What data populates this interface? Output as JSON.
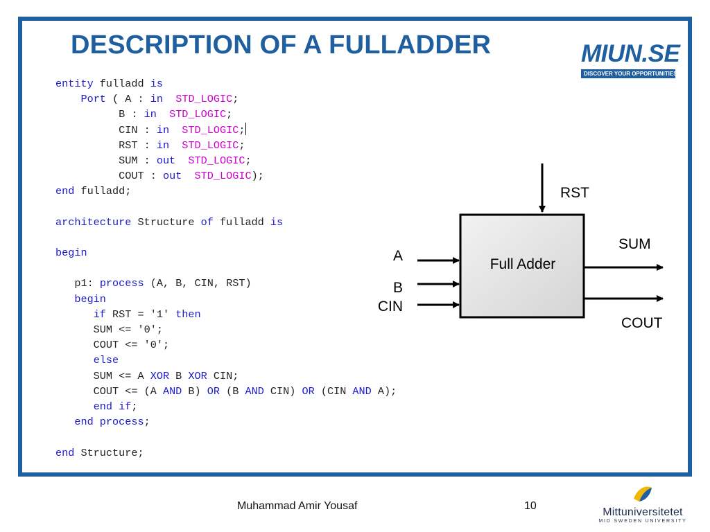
{
  "slide": {
    "title": "DESCRIPTION OF A FULLADDER",
    "logo": {
      "word": "MIUN.SE",
      "tagline": "DISCOVER YOUR OPPORTUNITIES"
    },
    "code_lines": [
      [
        {
          "t": "entity",
          "k": "keyword"
        },
        {
          "t": " fulladd "
        },
        {
          "t": "is",
          "k": "keyword"
        }
      ],
      [
        {
          "t": "    "
        },
        {
          "t": "Port",
          "k": "keyword"
        },
        {
          "t": " ( A : "
        },
        {
          "t": "in",
          "k": "keyword"
        },
        {
          "t": "  "
        },
        {
          "t": "STD_LOGIC",
          "k": "type"
        },
        {
          "t": ";"
        }
      ],
      [
        {
          "t": "          B : "
        },
        {
          "t": "in",
          "k": "keyword"
        },
        {
          "t": "  "
        },
        {
          "t": "STD_LOGIC",
          "k": "type"
        },
        {
          "t": ";"
        }
      ],
      [
        {
          "t": "          CIN : "
        },
        {
          "t": "in",
          "k": "keyword"
        },
        {
          "t": "  "
        },
        {
          "t": "STD_LOGIC",
          "k": "type"
        },
        {
          "t": ";"
        },
        {
          "k": "cursor"
        }
      ],
      [
        {
          "t": "          RST : "
        },
        {
          "t": "in",
          "k": "keyword"
        },
        {
          "t": "  "
        },
        {
          "t": "STD_LOGIC",
          "k": "type"
        },
        {
          "t": ";"
        }
      ],
      [
        {
          "t": "          SUM : "
        },
        {
          "t": "out",
          "k": "keyword"
        },
        {
          "t": "  "
        },
        {
          "t": "STD_LOGIC",
          "k": "type"
        },
        {
          "t": ";"
        }
      ],
      [
        {
          "t": "          COUT : "
        },
        {
          "t": "out",
          "k": "keyword"
        },
        {
          "t": "  "
        },
        {
          "t": "STD_LOGIC",
          "k": "type"
        },
        {
          "t": ");"
        }
      ],
      [
        {
          "t": "end",
          "k": "keyword"
        },
        {
          "t": " fulladd;"
        }
      ],
      [],
      [
        {
          "t": "architecture",
          "k": "keyword"
        },
        {
          "t": " Structure "
        },
        {
          "t": "of",
          "k": "keyword"
        },
        {
          "t": " fulladd "
        },
        {
          "t": "is",
          "k": "keyword"
        }
      ],
      [],
      [
        {
          "t": "begin",
          "k": "keyword"
        }
      ],
      [],
      [
        {
          "t": "   p1: "
        },
        {
          "t": "process",
          "k": "keyword"
        },
        {
          "t": " (A, B, CIN, RST)"
        }
      ],
      [
        {
          "t": "   "
        },
        {
          "t": "begin",
          "k": "keyword"
        }
      ],
      [
        {
          "t": "      "
        },
        {
          "t": "if",
          "k": "keyword"
        },
        {
          "t": " RST = '1' "
        },
        {
          "t": "then",
          "k": "keyword"
        }
      ],
      [
        {
          "t": "      SUM <= '0';"
        }
      ],
      [
        {
          "t": "      COUT <= '0';"
        }
      ],
      [
        {
          "t": "      "
        },
        {
          "t": "else",
          "k": "keyword"
        }
      ],
      [
        {
          "t": "      SUM <= A "
        },
        {
          "t": "XOR",
          "k": "keyword"
        },
        {
          "t": " B "
        },
        {
          "t": "XOR",
          "k": "keyword"
        },
        {
          "t": " CIN;"
        }
      ],
      [
        {
          "t": "      COUT <= (A "
        },
        {
          "t": "AND",
          "k": "keyword"
        },
        {
          "t": " B) "
        },
        {
          "t": "OR",
          "k": "keyword"
        },
        {
          "t": " (B "
        },
        {
          "t": "AND",
          "k": "keyword"
        },
        {
          "t": " CIN) "
        },
        {
          "t": "OR",
          "k": "keyword"
        },
        {
          "t": " (CIN "
        },
        {
          "t": "AND",
          "k": "keyword"
        },
        {
          "t": " A);"
        }
      ],
      [
        {
          "t": "      "
        },
        {
          "t": "end if",
          "k": "keyword"
        },
        {
          "t": ";"
        }
      ],
      [
        {
          "t": "   "
        },
        {
          "t": "end process",
          "k": "keyword"
        },
        {
          "t": ";"
        }
      ],
      [],
      [
        {
          "t": "end",
          "k": "keyword"
        },
        {
          "t": " Structure;"
        }
      ]
    ],
    "diagram": {
      "block_label": "Full Adder",
      "inputs": {
        "top": "RST",
        "a": "A",
        "b": "B",
        "cin": "CIN"
      },
      "outputs": {
        "sum": "SUM",
        "cout": "COUT"
      }
    }
  },
  "footer": {
    "author": "Muhammad Amir Yousaf",
    "page_number": "10",
    "university_logo": {
      "word": "Mittuniversitetet",
      "subtitle": "MID SWEDEN UNIVERSITY"
    }
  },
  "colors": {
    "frame": "#1f5fa0",
    "keyword": "#1a1acc",
    "type": "#cc00cc",
    "block_fill": "#e4e4e4"
  }
}
